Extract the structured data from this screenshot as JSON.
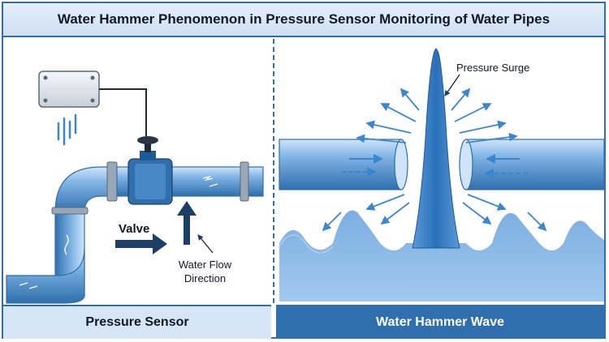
{
  "title": "Water Hammer Phenomenon in Pressure Sensor Monitoring of Water Pipes",
  "labels": {
    "valve": "Valve",
    "water_flow_direction": "Water Flow Direction",
    "pressure_surge": "Pressure Surge"
  },
  "panels": {
    "left_caption": "Pressure Sensor",
    "right_caption": "Water Hammer Wave"
  },
  "colors": {
    "border": "#2f6fad",
    "pipe": "#4f8fd0",
    "pipe_light": "#a9cdef",
    "water": "#3a86cf",
    "arrow_dark": "#1d3f66"
  },
  "icons": [
    "pressure-sensor-box-icon",
    "signal-lines-icon",
    "valve-handwheel-icon",
    "pipe-flange-icon",
    "flow-arrow-icon",
    "surge-spike-icon"
  ]
}
